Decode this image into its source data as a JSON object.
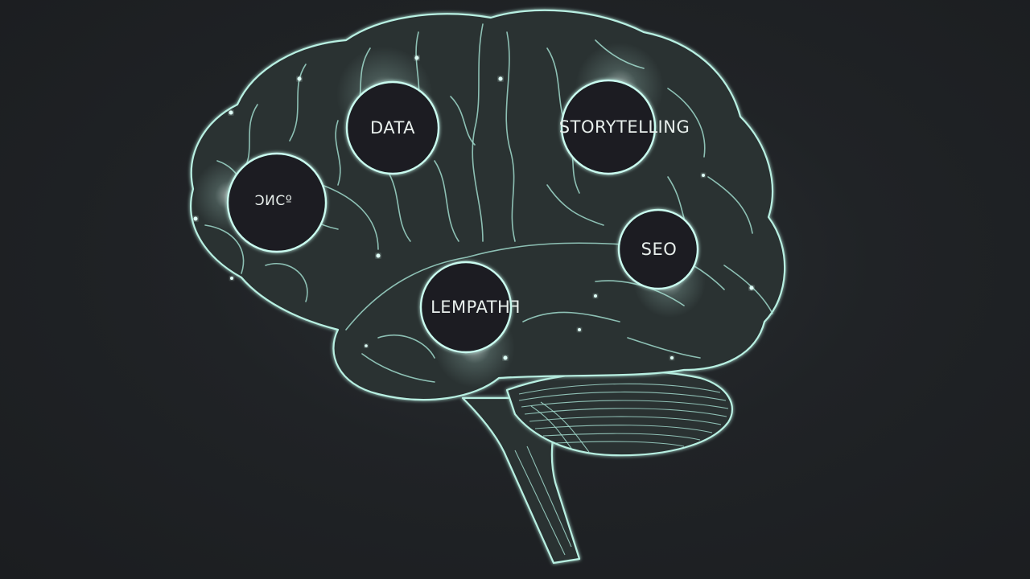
{
  "nodes": {
    "data": "DATA",
    "storytelling": "STORYTELLING",
    "glitched": "ϽИCº",
    "seo": "SEO",
    "empathy": "LEMPATHꟻ"
  },
  "colors": {
    "background": "#1d1f22",
    "line_glow": "#b8f0e2",
    "node_fill": "#1c1f22",
    "label": "#e8efec"
  }
}
